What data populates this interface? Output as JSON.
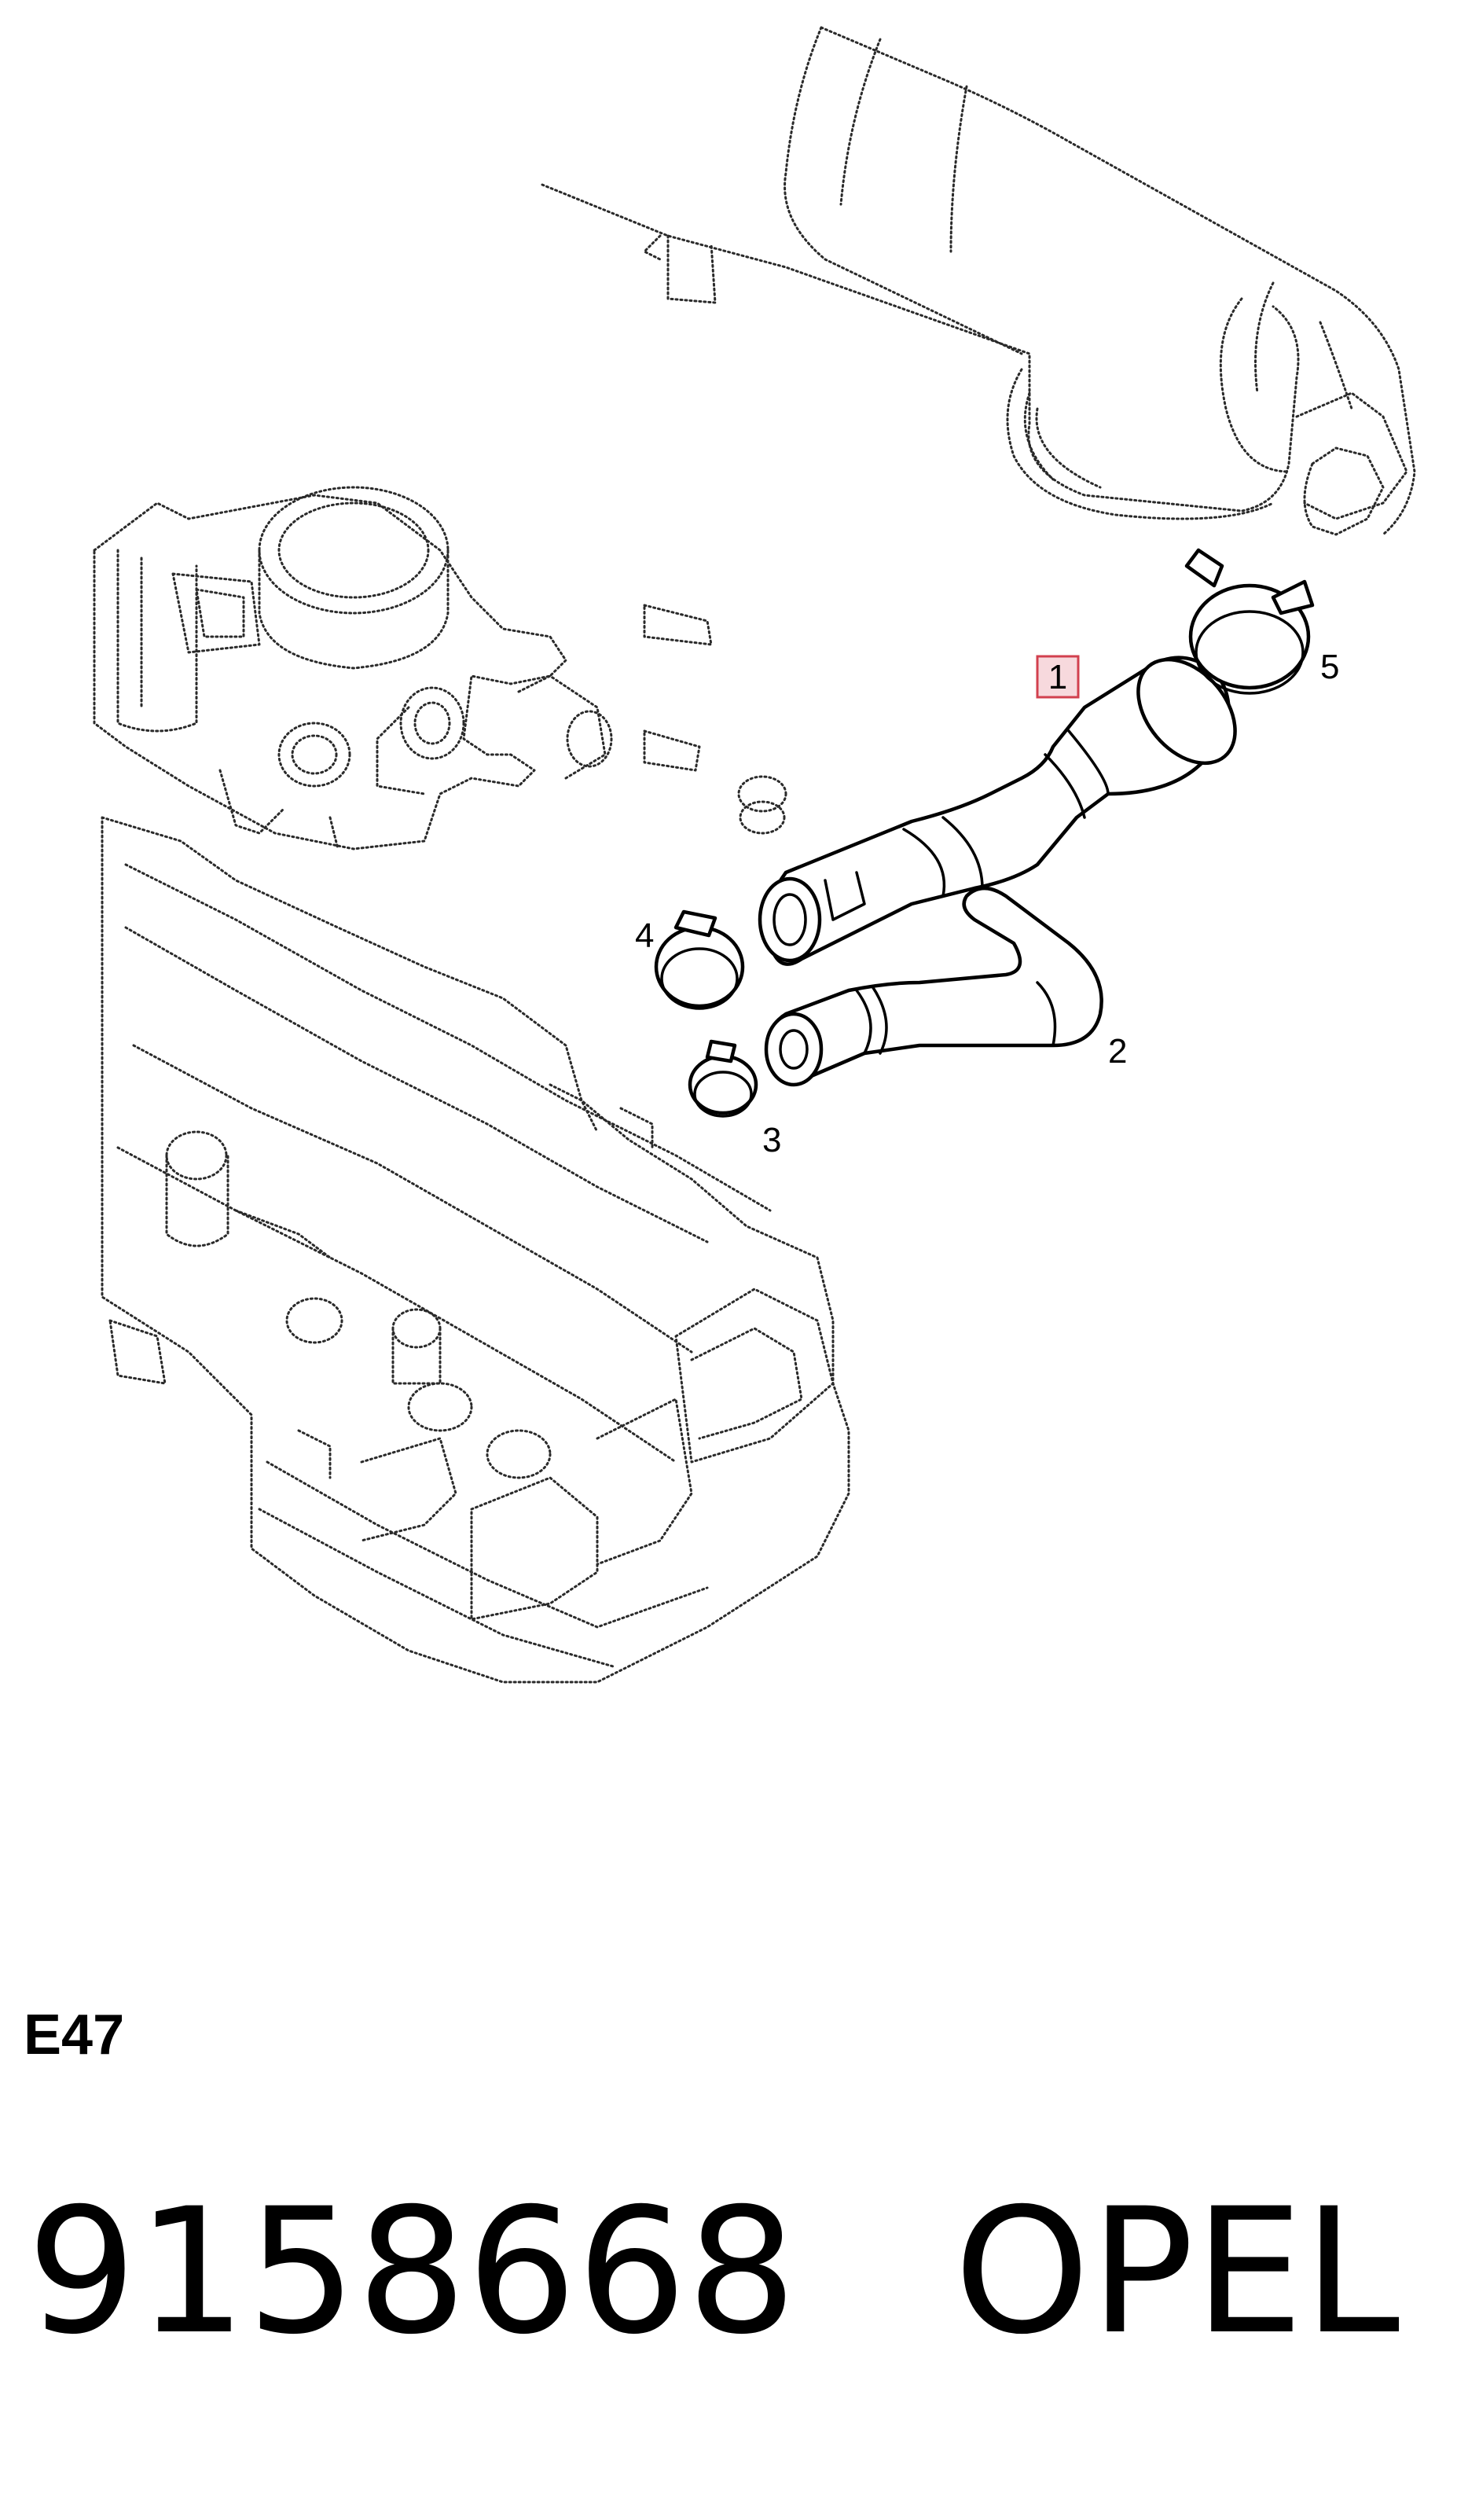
{
  "diagram": {
    "callouts": [
      {
        "id": "1",
        "label": "1",
        "highlighted": true
      },
      {
        "id": "2",
        "label": "2",
        "highlighted": false
      },
      {
        "id": "3",
        "label": "3",
        "highlighted": false
      },
      {
        "id": "4",
        "label": "4",
        "highlighted": false
      },
      {
        "id": "5",
        "label": "5",
        "highlighted": false
      }
    ],
    "highlight_color": "#d2404e"
  },
  "diagram_code": "E47",
  "footer": {
    "part_number": "9158668",
    "brand": "OPEL"
  }
}
